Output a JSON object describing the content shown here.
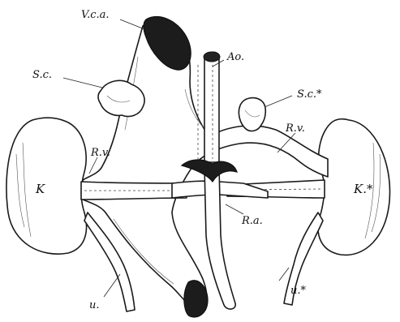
{
  "labels": {
    "vca": "V.c.a.",
    "ao": "Ao.",
    "sc_left": "S.c.",
    "sc_right": "S.c.*",
    "rv_left": "R.v.",
    "rv_right": "R.v.",
    "k_left": "K",
    "k_right": "K.*",
    "ra": "R.a.",
    "u_left": "u.",
    "u_right": "u.*"
  }
}
